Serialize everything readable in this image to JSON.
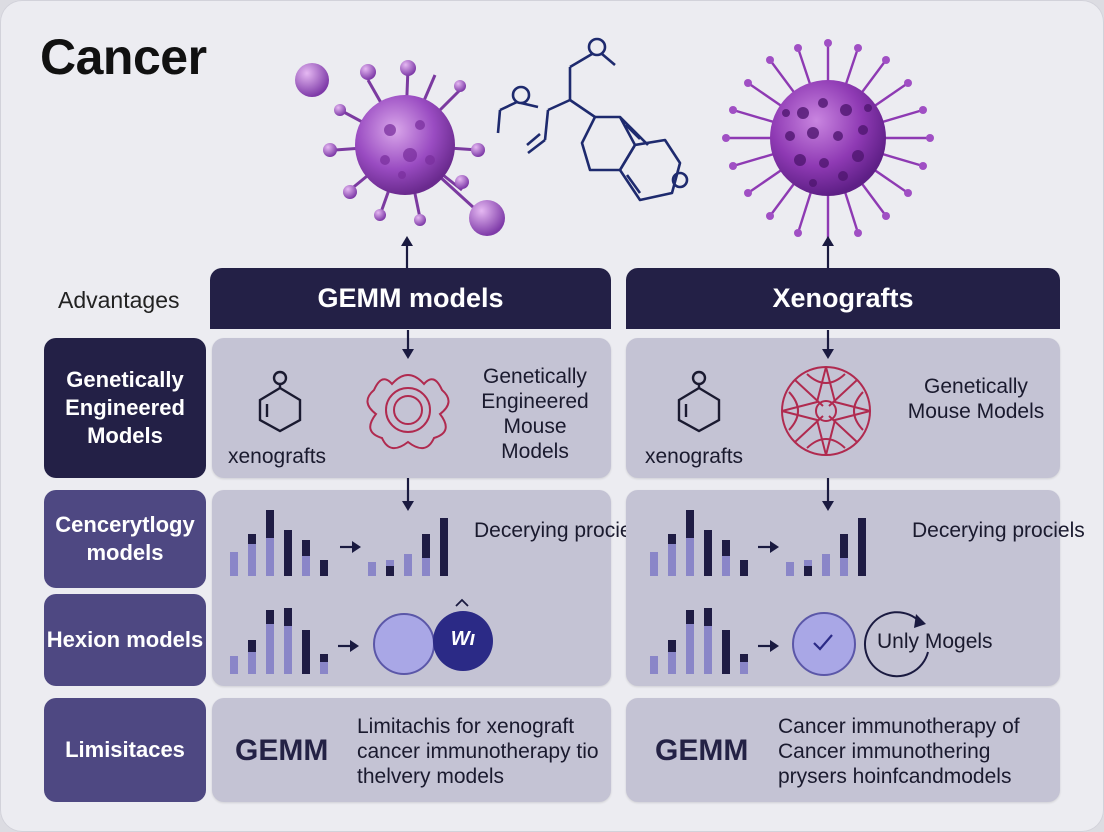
{
  "title": "Cancer",
  "advantages_label": "Advantages",
  "columns": {
    "gemm": {
      "header": "GEMM models"
    },
    "xeno": {
      "header": "Xenografts"
    }
  },
  "rows": [
    {
      "label": "Genetically Engineered Models",
      "color": "#232046"
    },
    {
      "label": "Cencerytlogy models",
      "color": "#4e4882"
    },
    {
      "label": "Hexion models",
      "color": "#4e4882"
    },
    {
      "label": "Limisitaces",
      "color": "#4e4882"
    }
  ],
  "gemm_panels": {
    "r1_left_caption": "xenografts",
    "r1_right_text": "Genetically Engineered Mouse Models",
    "r2_text": "Decerying prociels",
    "r3_circle_text": "Wı",
    "r4_label": "GEMM",
    "r4_text": "Limitachis for xenograft cancer immunotherapy tio thelvery models"
  },
  "xeno_panels": {
    "r1_left_caption": "xenografts",
    "r1_right_text": "Genetically Mouse Models",
    "r2_text": "Decerying prociels",
    "r3_text": "Unly  Mogels",
    "r4_label": "GEMM",
    "r4_text": "Cancer immunotherapy of Cancer immunothering prysers hoinfcandmodels"
  },
  "colors": {
    "header_navy": "#232046",
    "row_purple": "#4e4882",
    "panel_lavender": "#c4c3d4",
    "virus_purple": "#8a3fb0",
    "molecule_navy": "#1e2a6e",
    "accent_red": "#b02a4f",
    "bar_light": "#8a86c8",
    "bar_dark": "#1f1c44"
  },
  "icons": [
    "virus-icon",
    "molecule-icon",
    "benzene-ring-icon",
    "flower-ring-icon",
    "arrow-down-icon",
    "arrow-right-icon",
    "checkmark-icon",
    "refresh-icon"
  ]
}
